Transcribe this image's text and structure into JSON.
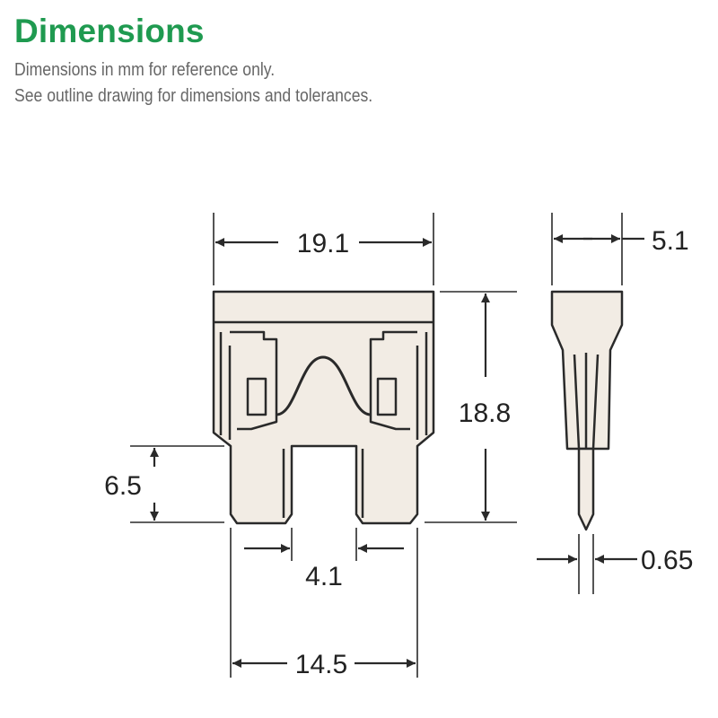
{
  "header": {
    "title": "Dimensions",
    "note_line1": "Dimensions in mm for reference only.",
    "note_line2": "See outline drawing for dimensions and tolerances."
  },
  "dimensions": {
    "overall_width": "19.1",
    "overall_height": "18.8",
    "thickness": "5.1",
    "terminal_length": "6.5",
    "terminal_width": "4.1",
    "terminal_span": "14.5",
    "blade_thickness": "0.65"
  },
  "colors": {
    "title": "#1f9a50",
    "body_fill": "#f2ece4",
    "outline": "#2a2a2a"
  }
}
